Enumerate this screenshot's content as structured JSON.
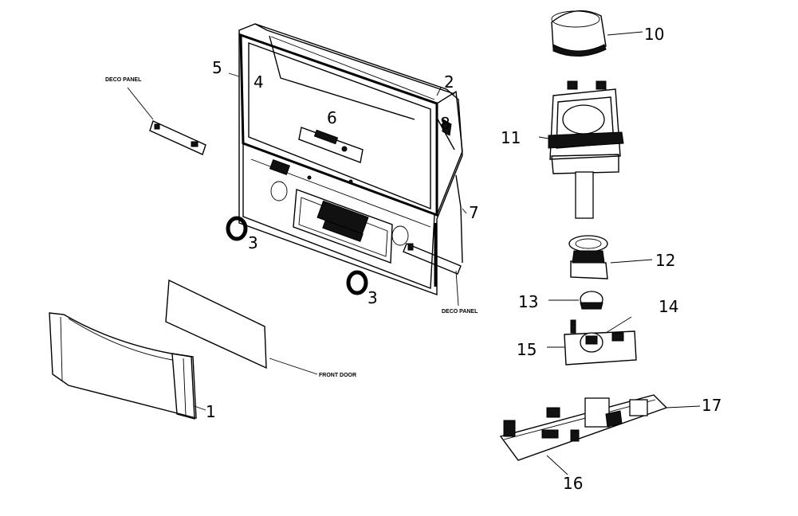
{
  "labels": {
    "n1": "1",
    "n2": "2",
    "n3a": "3",
    "n3b": "3",
    "n4": "4",
    "n5": "5",
    "n6": "6",
    "n7": "7",
    "n8": "8",
    "n10": "10",
    "n11": "11",
    "n12": "12",
    "n13": "13",
    "n14": "14",
    "n15": "15",
    "n16": "16",
    "n17": "17",
    "deco_panel_left": "DECO PANEL",
    "deco_panel_right": "DECO PANEL",
    "front_door": "FRONT DOOR"
  }
}
